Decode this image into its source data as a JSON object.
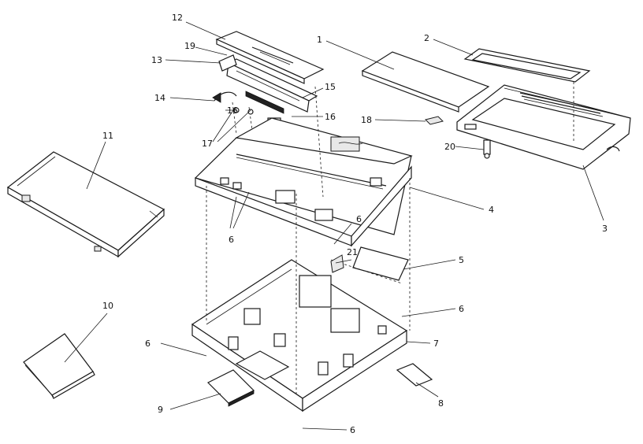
{
  "labels": {
    "p1": "1",
    "p2": "2",
    "p3": "3",
    "p4": "4",
    "p5": "5",
    "p6a": "6",
    "p6b": "6",
    "p6c": "6",
    "p6d": "6",
    "p6e": "6",
    "p7": "7",
    "p8": "8",
    "p9": "9",
    "p10": "10",
    "p11": "11",
    "p12": "12",
    "p13": "13",
    "p14": "14",
    "p15": "15",
    "p16a": "16",
    "p16b": "16",
    "p17": "17",
    "p18": "18",
    "p19": "19",
    "p20": "20",
    "p21": "21"
  }
}
